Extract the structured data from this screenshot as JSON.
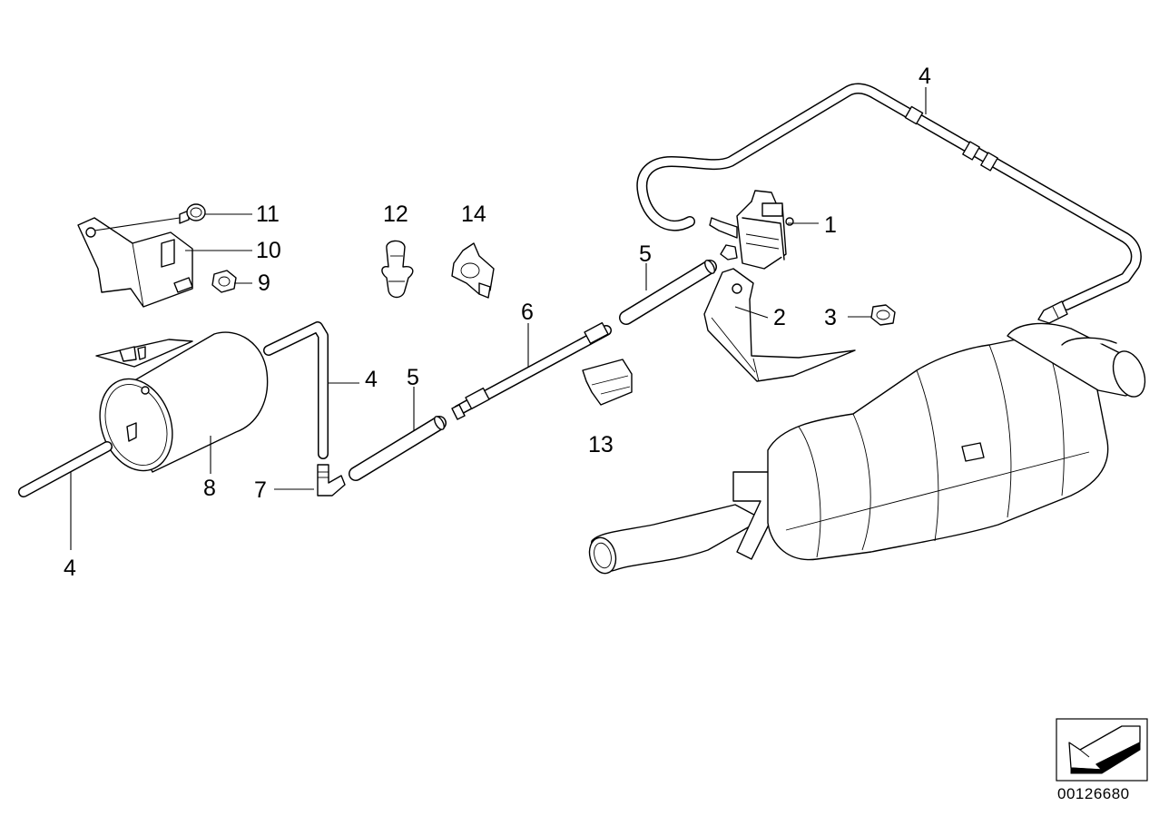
{
  "callouts": [
    {
      "id": "c1",
      "text": "1"
    },
    {
      "id": "c2",
      "text": "2"
    },
    {
      "id": "c3",
      "text": "3"
    },
    {
      "id": "c4a",
      "text": "4"
    },
    {
      "id": "c4b",
      "text": "4"
    },
    {
      "id": "c4c",
      "text": "4"
    },
    {
      "id": "c5a",
      "text": "5"
    },
    {
      "id": "c5b",
      "text": "5"
    },
    {
      "id": "c6",
      "text": "6"
    },
    {
      "id": "c7",
      "text": "7"
    },
    {
      "id": "c8",
      "text": "8"
    },
    {
      "id": "c9",
      "text": "9"
    },
    {
      "id": "c10",
      "text": "10"
    },
    {
      "id": "c11",
      "text": "11"
    },
    {
      "id": "c12",
      "text": "12"
    },
    {
      "id": "c13",
      "text": "13"
    },
    {
      "id": "c14",
      "text": "14"
    }
  ],
  "diagram_id": "00126680",
  "orientation_icon": "arrow-down-left-icon"
}
